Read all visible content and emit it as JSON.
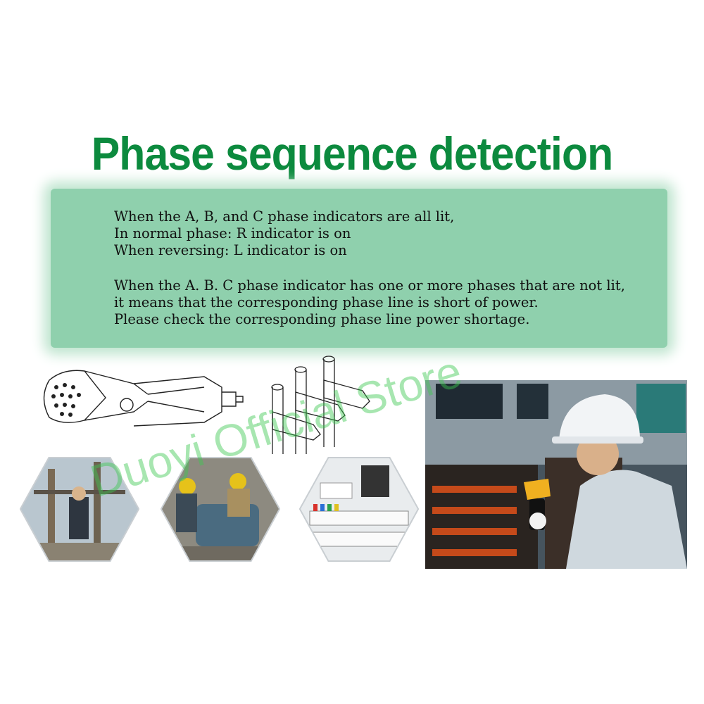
{
  "title": "Phase sequence detection",
  "panel": {
    "lines_group1": [
      "When the A, B, and C phase indicators are all lit,",
      "In normal phase: R indicator is on",
      "When reversing: L indicator is on"
    ],
    "lines_group2": [
      "When the A. B. C phase indicator has one or more phases that are not lit,",
      "it means that the corresponding phase line is short of power.",
      "Please check the corresponding phase line power shortage."
    ]
  },
  "watermark": "Duoyi Official Store",
  "colors": {
    "title": "#0c8a3e",
    "panel": "#8fd0ad",
    "watermark": "#3cc850"
  }
}
